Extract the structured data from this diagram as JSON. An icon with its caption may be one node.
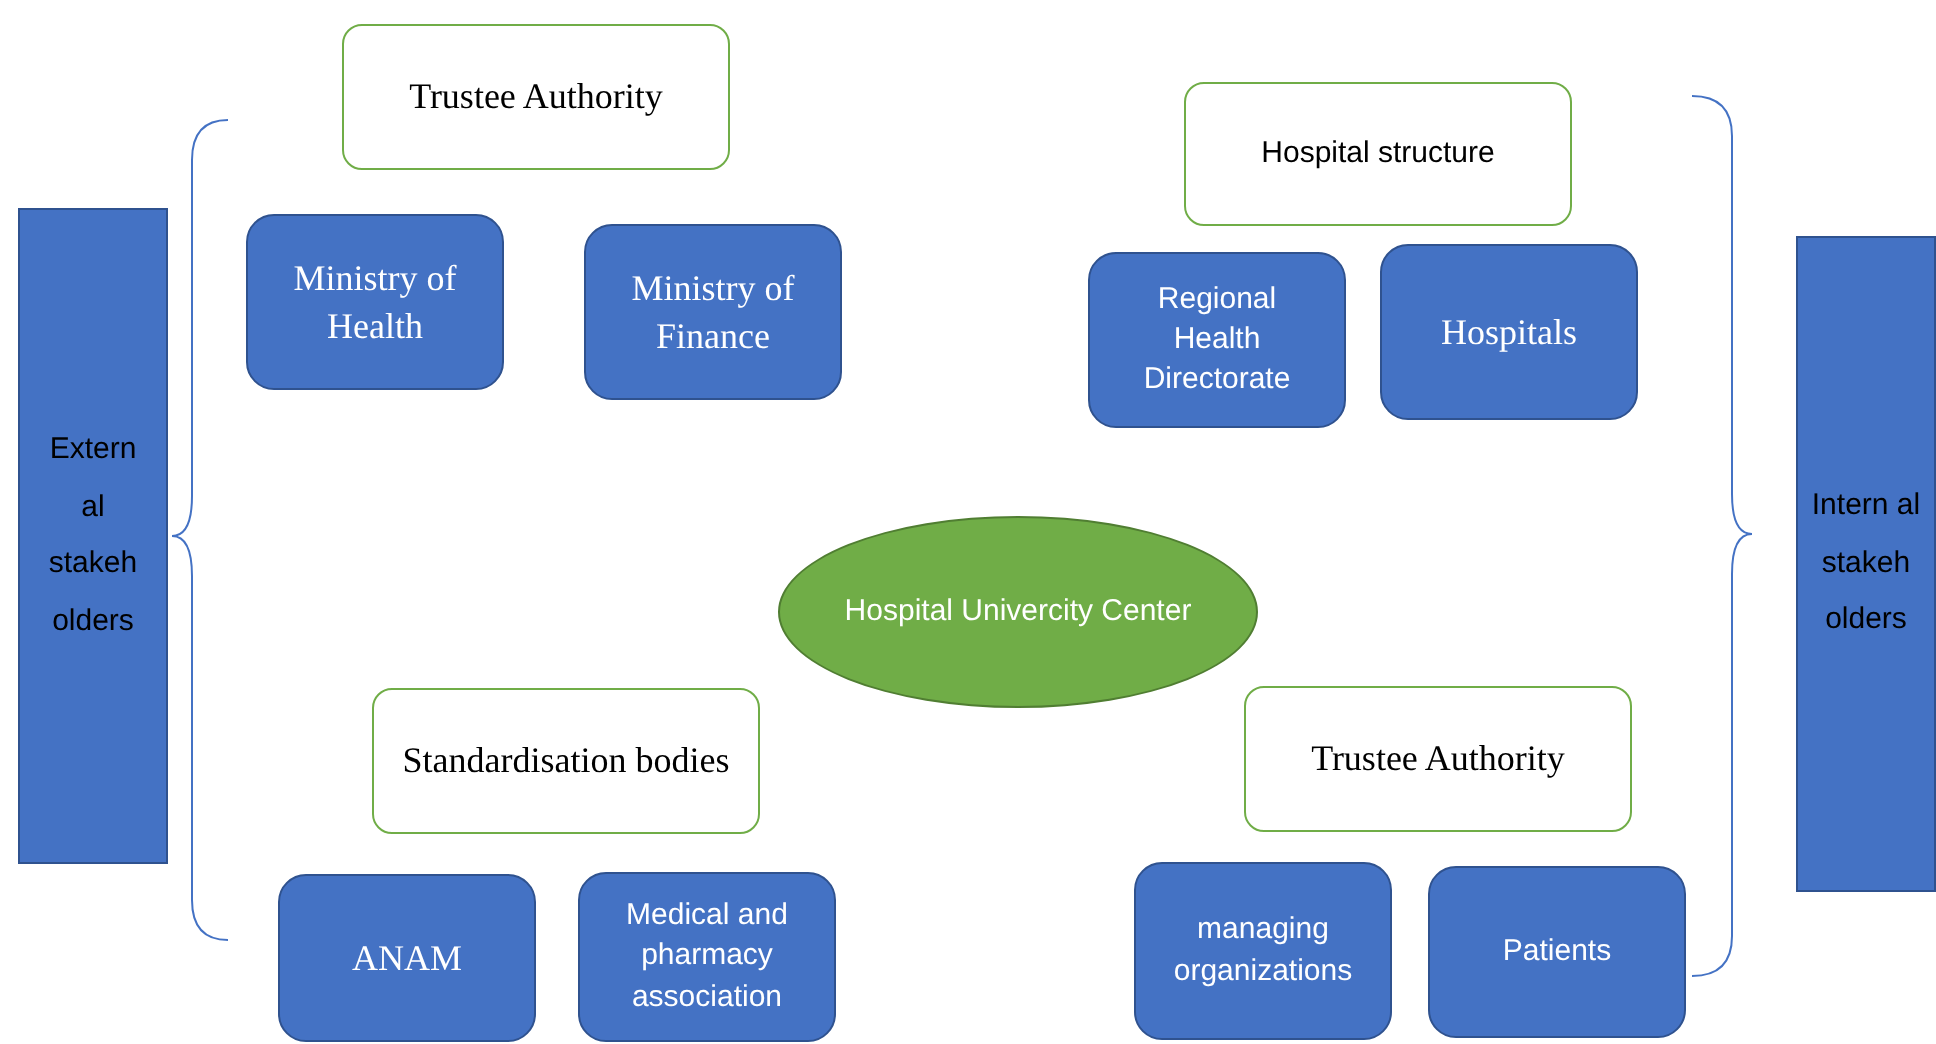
{
  "diagram": {
    "nodes": [
      {
        "text": [
          "Trustee Authority"
        ]
      },
      {
        "text": [
          "Hospital structure"
        ]
      },
      {
        "text": [
          "Extern al stakeh olders"
        ]
      },
      {
        "text": [
          "Ministry of Health"
        ]
      },
      {
        "text": [
          "Ministry of Finance"
        ]
      },
      {
        "text": [
          "Regional Health Directorate"
        ]
      },
      {
        "text": [
          "Hospitals"
        ]
      },
      {
        "text": [
          "Intern al stakeh olders"
        ]
      },
      {
        "text": [
          "Hospital Univercity Center"
        ]
      },
      {
        "text": [
          "Standardisation bodies"
        ]
      },
      {
        "text": [
          "Trustee Authority"
        ]
      },
      {
        "text": [
          "ANAM"
        ]
      },
      {
        "text": [
          "Medical and pharmacy association"
        ]
      },
      {
        "text": [
          "managing organizations"
        ]
      },
      {
        "text": [
          "Patients"
        ]
      }
    ]
  }
}
